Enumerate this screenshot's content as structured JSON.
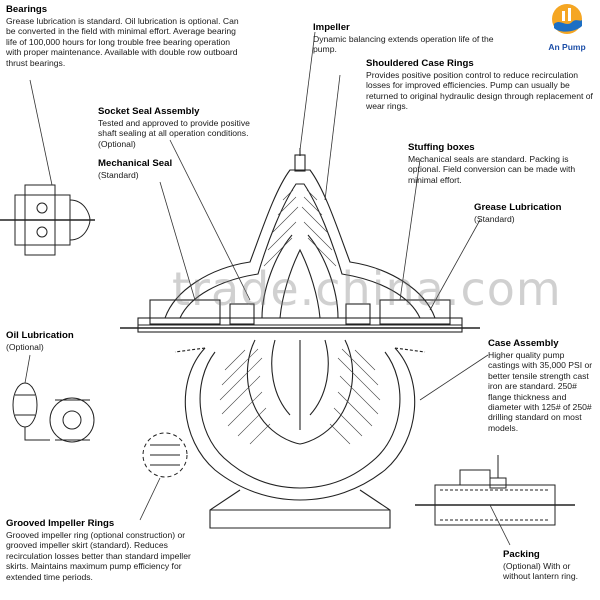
{
  "labels": {
    "bearings": {
      "title": "Bearings",
      "text": "Grease lubrication is standard. Oil lubrication is optional. Can be converted in the field with minimal effort. Average bearing life of 100,000 hours for long trouble free bearing operation with proper maintenance. Available with double row outboard thrust bearings."
    },
    "impeller": {
      "title": "Impeller",
      "text": "Dynamic balancing extends operation life of the pump."
    },
    "shouldered_case_rings": {
      "title": "Shouldered Case Rings",
      "text": "Provides positive position control to reduce recirculation losses for improved efficiencies. Pump can usually be returned to original hydraulic design through replacement of wear rings."
    },
    "socket_seal": {
      "title": "Socket Seal Assembly",
      "text": "Tested and approved to provide positive shaft sealing at all operation conditions. (Optional)"
    },
    "mechanical_seal": {
      "title": "Mechanical Seal",
      "text": "(Standard)"
    },
    "stuffing_boxes": {
      "title": "Stuffing boxes",
      "text": "Mechanical seals are standard. Packing is optional. Field conversion can be made with minimal effort."
    },
    "grease_lubrication": {
      "title": "Grease Lubrication",
      "text": "(Standard)"
    },
    "oil_lubrication": {
      "title": "Oil Lubrication",
      "text": "(Optional)"
    },
    "case_assembly": {
      "title": "Case Assembly",
      "text": "Higher quality pump castings with 35,000 PSI or better tensile strength cast iron are standard. 250# flange thickness and diameter with 125# of 250# drilling standard on most models."
    },
    "grooved_impeller_rings": {
      "title": "Grooved Impeller Rings",
      "text": "Grooved impeller ring (optional construction) or grooved impeller skirt (standard). Reduces recirculation losses better than standard impeller skirts. Maintains maximum pump efficiency for extended time periods."
    },
    "packing": {
      "title": "Packing",
      "text": "(Optional) With or without lantern ring."
    }
  },
  "logo": {
    "text": "An Pump",
    "icon": "an-pump-logo-icon",
    "colors": {
      "sun": "#f5a623",
      "wave": "#1d6fc4"
    }
  },
  "watermark": {
    "text": "trade.china.com"
  }
}
